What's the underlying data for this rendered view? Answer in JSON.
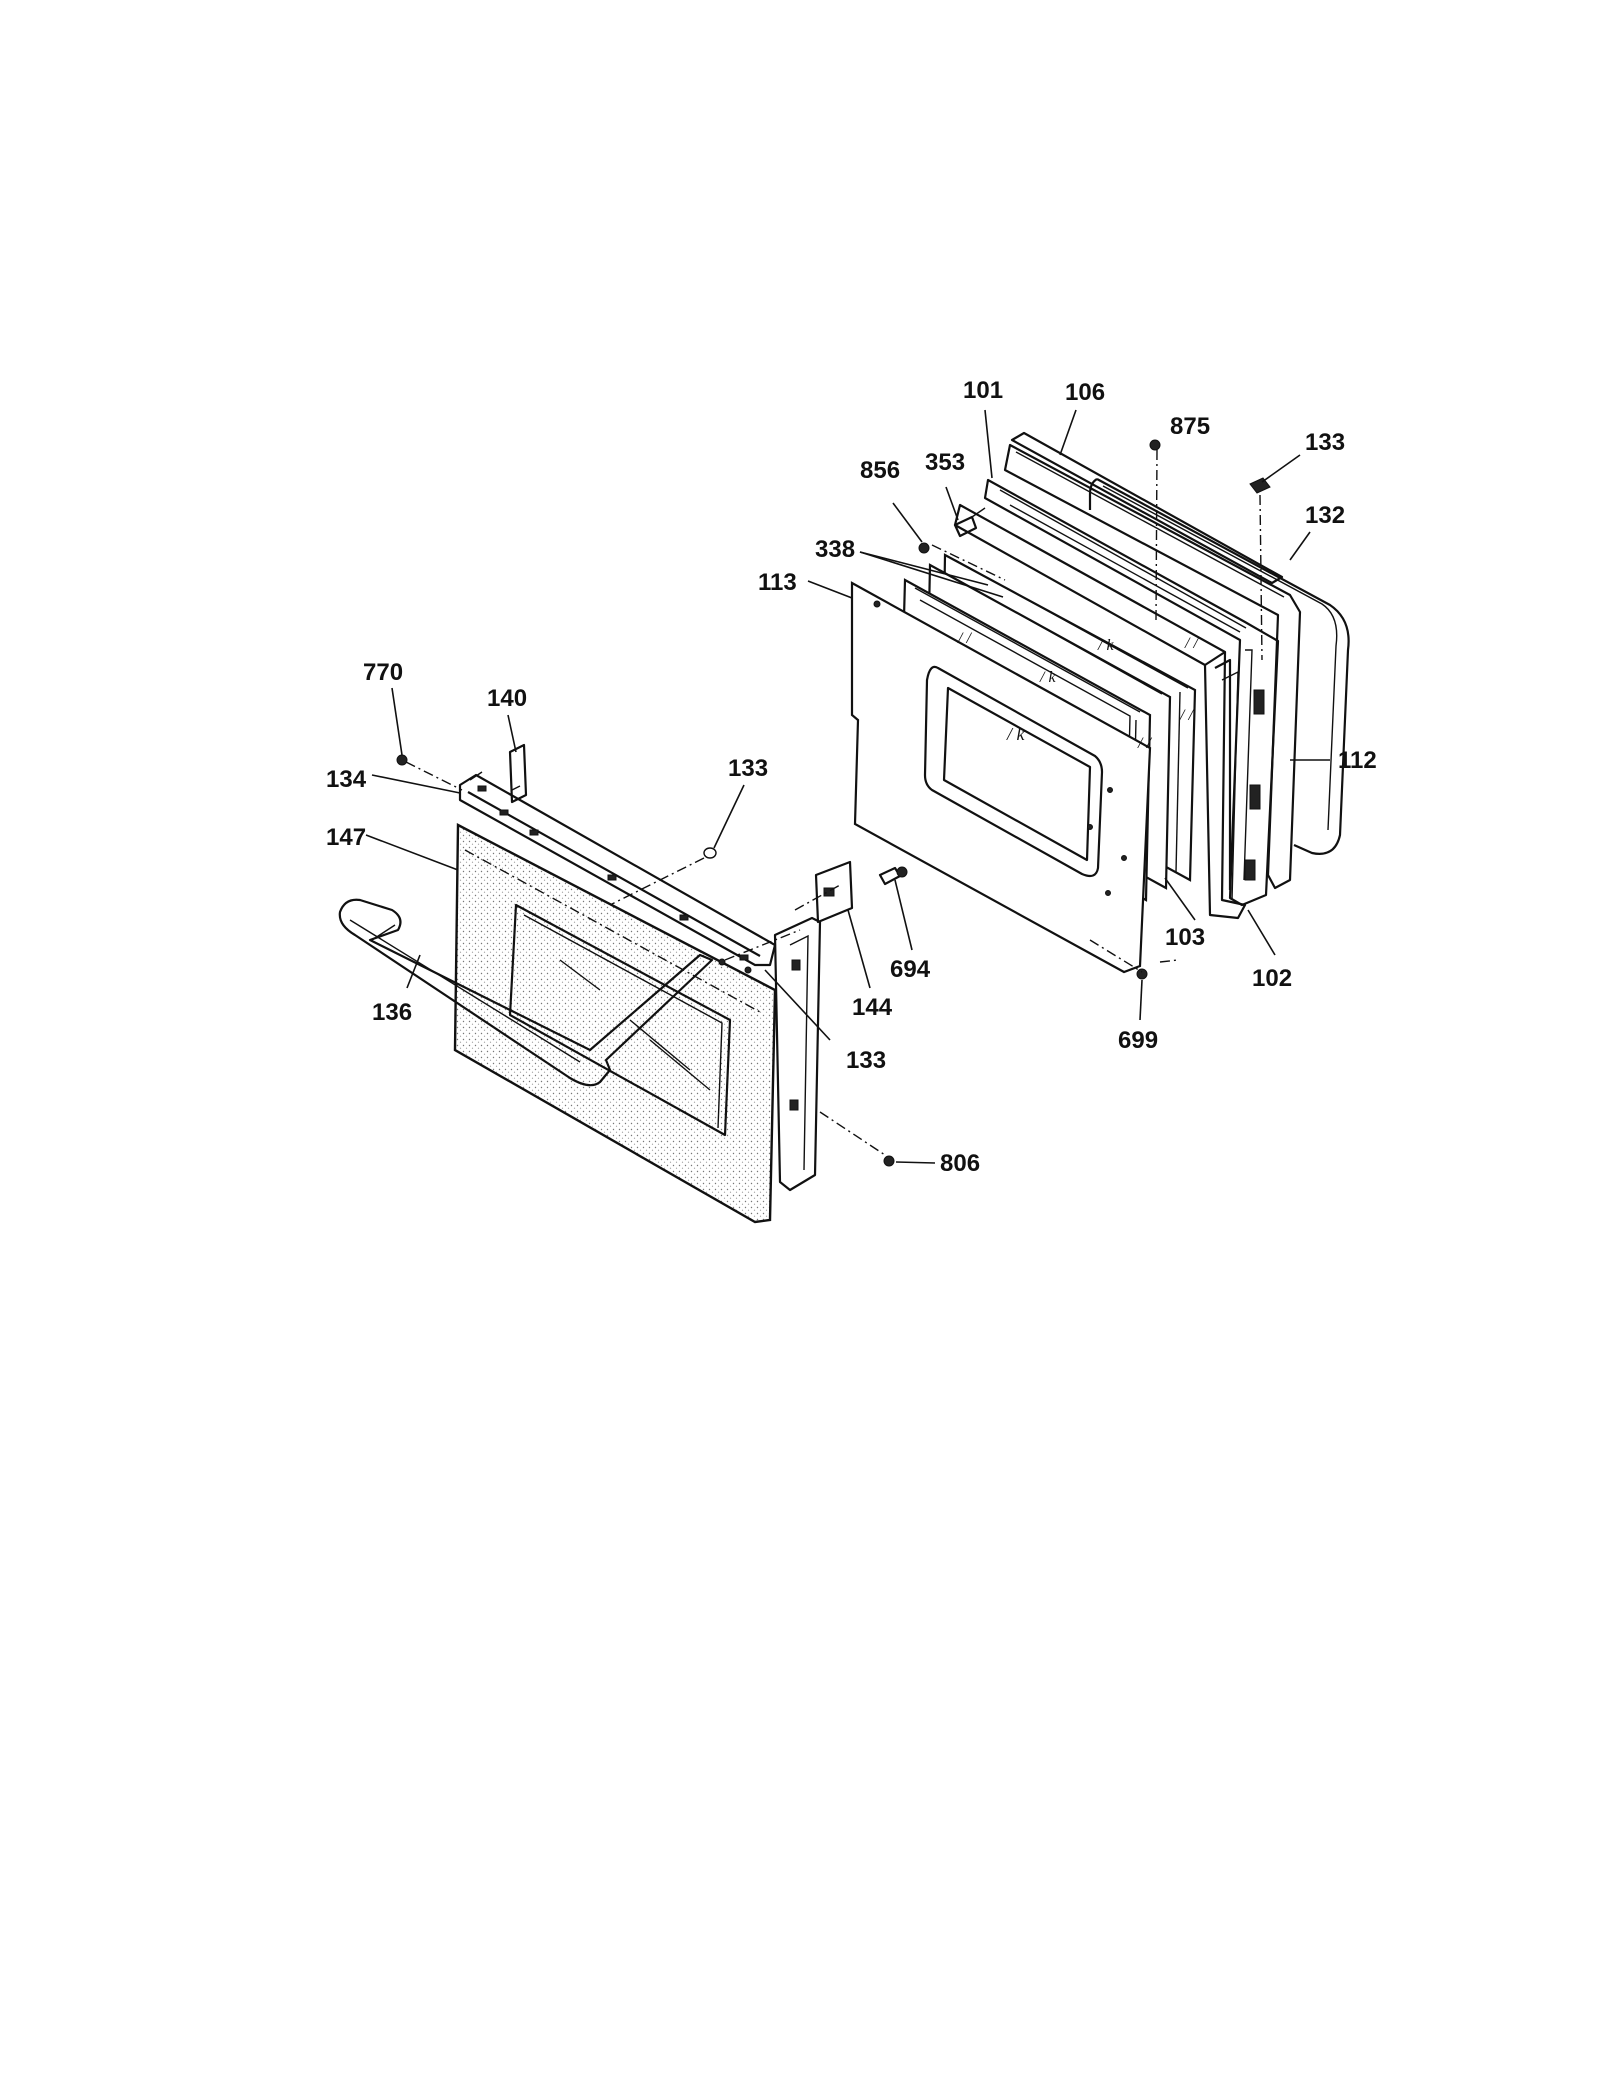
{
  "diagram": {
    "labels": [
      "101",
      "106",
      "875",
      "133",
      "856",
      "353",
      "132",
      "338",
      "113",
      "112",
      "770",
      "140",
      "134",
      "133",
      "147",
      "694",
      "136",
      "144",
      "133",
      "103",
      "102",
      "699",
      "806"
    ]
  }
}
